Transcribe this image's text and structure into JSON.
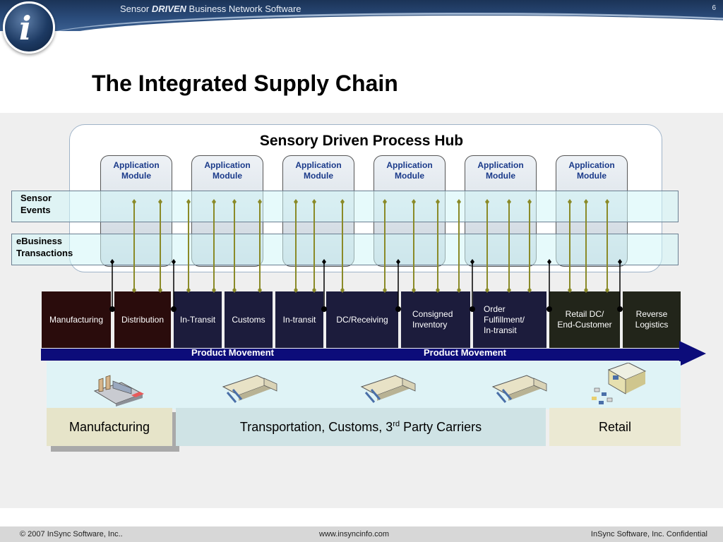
{
  "header": {
    "tagline_prefix": "Sensor ",
    "tagline_bold": "DRIVEN",
    "tagline_suffix": " Business Network Software",
    "slide_number": "6",
    "logo_letter": "i"
  },
  "title": "The Integrated Supply Chain",
  "hub": {
    "title": "Sensory Driven Process Hub",
    "modules": [
      {
        "label": "Application\nModule"
      },
      {
        "label": "Application\nModule"
      },
      {
        "label": "Application\nModule"
      },
      {
        "label": "Application\nModule"
      },
      {
        "label": "Application\nModule"
      },
      {
        "label": "Application\nModule"
      }
    ],
    "sensor_events_label": "Sensor\nEvents",
    "ebusiness_label": "eBusiness\nTransactions"
  },
  "activities": [
    {
      "label": "Manufacturing",
      "color": "#2a0c0c"
    },
    {
      "label": "Distribution",
      "color": "#2a0c0c"
    },
    {
      "label": "In-Transit",
      "color": "#1c1c3c"
    },
    {
      "label": "Customs",
      "color": "#1c1c3c"
    },
    {
      "label": "In-transit",
      "color": "#1c1c3c"
    },
    {
      "label": "DC/Receiving",
      "color": "#1c1c3c"
    },
    {
      "label": "Consigned\nInventory",
      "color": "#1c1c3c"
    },
    {
      "label": "Order\nFulfillment/\nIn-transit",
      "color": "#1c1c3c"
    },
    {
      "label": "Retail DC/\nEnd-Customer",
      "color": "#22251a"
    },
    {
      "label": "Reverse\nLogistics",
      "color": "#22251a"
    }
  ],
  "movement": {
    "label_1": "Product Movement",
    "label_2": "Product Movement",
    "arrow_color": "#0c0c7a"
  },
  "icons": [
    "factory-icon",
    "truck-icon",
    "truck-icon",
    "truck-icon",
    "store-icon"
  ],
  "zones": {
    "manufacturing": "Manufacturing",
    "transportation_prefix": "Transportation, Customs, 3",
    "transportation_sup": "rd",
    "transportation_suffix": " Party Carriers",
    "retail": "Retail"
  },
  "footer": {
    "copyright": "© 2007 InSync Software, Inc..",
    "website": "www.insyncinfo.com",
    "confidential": "InSync Software, Inc. Confidential"
  }
}
